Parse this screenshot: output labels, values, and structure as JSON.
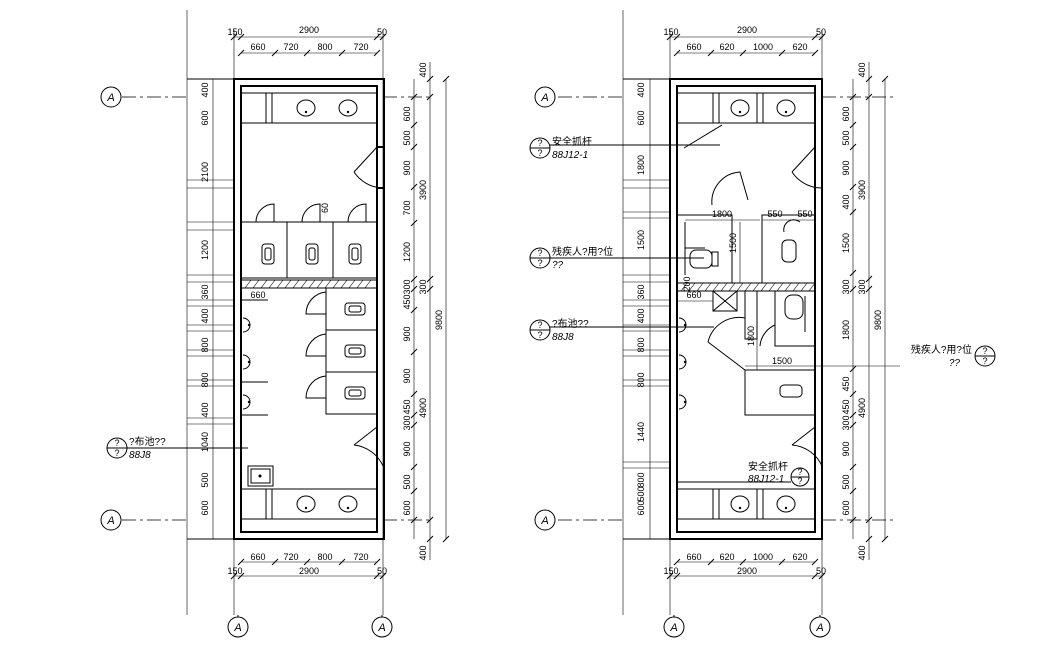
{
  "axes": {
    "row_label": "A",
    "col_label": "A"
  },
  "left_plan": {
    "top_dims": [
      "150",
      "2900",
      "50",
      "660",
      "720",
      "800",
      "720"
    ],
    "bottom_dims": [
      "660",
      "720",
      "800",
      "720",
      "150",
      "2900",
      "50"
    ],
    "left_dims": [
      "400",
      "600",
      "2100",
      "1200",
      "360",
      "400",
      "800",
      "800",
      "400",
      "1040",
      "500",
      "600"
    ],
    "right_dims_inner": [
      "600",
      "500",
      "900",
      "700",
      "1200",
      "300",
      "450",
      "900",
      "900",
      "450",
      "300",
      "900",
      "500",
      "600"
    ],
    "right_dims_outer": [
      "400",
      "3900",
      "300",
      "4900",
      "400"
    ],
    "total": "9800",
    "small_dims": [
      "60",
      "660"
    ],
    "callout": {
      "num": "?",
      "sheet": "?",
      "text": "?布池??",
      "ref": "88J8"
    }
  },
  "right_plan": {
    "top_dims": [
      "150",
      "2900",
      "50",
      "660",
      "620",
      "1000",
      "620"
    ],
    "bottom_dims": [
      "660",
      "620",
      "1000",
      "620",
      "150",
      "2900",
      "50"
    ],
    "left_dims": [
      "400",
      "600",
      "1800",
      "1500",
      "360",
      "400",
      "800",
      "800",
      "1440",
      "800",
      "500",
      "600"
    ],
    "right_dims_inner": [
      "600",
      "500",
      "900",
      "400",
      "1500",
      "300",
      "1800",
      "450",
      "450",
      "300",
      "900",
      "500",
      "600"
    ],
    "right_dims_outer": [
      "400",
      "3900",
      "300",
      "4900",
      "400"
    ],
    "total": "9800",
    "interior_dims": [
      "1800",
      "550",
      "550",
      "1500",
      "660",
      "1800",
      "1500",
      "200"
    ],
    "callouts": [
      {
        "num": "?",
        "sheet": "?",
        "text": "安全抓杆",
        "ref": "88J12-1"
      },
      {
        "num": "?",
        "sheet": "?",
        "text": "残疾人?用?位",
        "ref": "??"
      },
      {
        "num": "?",
        "sheet": "?",
        "text": "?布池??",
        "ref": "88J8"
      },
      {
        "num": "?",
        "sheet": "?",
        "text": "残疾人?用?位",
        "ref": "??"
      },
      {
        "num": "?",
        "sheet": "?",
        "text": "安全抓杆",
        "ref": "88J12-1"
      }
    ]
  }
}
